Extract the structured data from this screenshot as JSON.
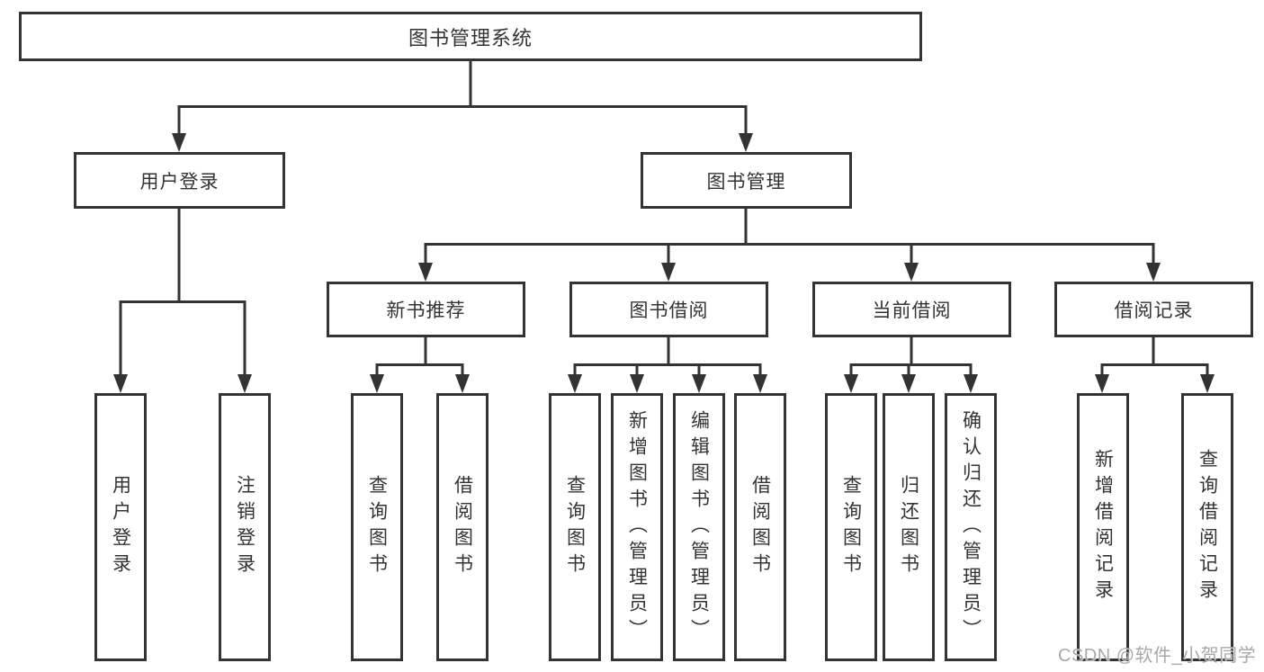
{
  "page": {
    "background": "#ffffff",
    "line_color": "#333333",
    "text_color": "#333333"
  },
  "diagram": {
    "root": {
      "label": "图书管理系统"
    },
    "level2": [
      {
        "id": "user-login",
        "label": "用户登录"
      },
      {
        "id": "book-management",
        "label": "图书管理"
      }
    ],
    "level3": [
      {
        "id": "new-book-recommend",
        "parent": "图书管理",
        "label": "新书推荐"
      },
      {
        "id": "book-borrowing",
        "parent": "图书管理",
        "label": "图书借阅"
      },
      {
        "id": "current-borrowing",
        "parent": "图书管理",
        "label": "当前借阅"
      },
      {
        "id": "borrow-records",
        "parent": "图书管理",
        "label": "借阅记录"
      }
    ],
    "leaves": [
      {
        "parent": "用户登录",
        "label": "用户登录"
      },
      {
        "parent": "用户登录",
        "label": "注销登录"
      },
      {
        "parent": "新书推荐",
        "label": "查询图书"
      },
      {
        "parent": "新书推荐",
        "label": "借阅图书"
      },
      {
        "parent": "图书借阅",
        "label": "查询图书"
      },
      {
        "parent": "图书借阅",
        "label": "新增图书（管理员）"
      },
      {
        "parent": "图书借阅",
        "label": "编辑图书（管理员）"
      },
      {
        "parent": "图书借阅",
        "label": "借阅图书"
      },
      {
        "parent": "当前借阅",
        "label": "查询图书"
      },
      {
        "parent": "当前借阅",
        "label": "归还图书"
      },
      {
        "parent": "当前借阅",
        "label": "确认归还（管理员）"
      },
      {
        "parent": "借阅记录",
        "label": "新增借阅记录"
      },
      {
        "parent": "借阅记录",
        "label": "查询借阅记录"
      }
    ]
  },
  "watermark": {
    "text": "CSDN @软件_小贺同学",
    "color": "#a8a8a8"
  }
}
